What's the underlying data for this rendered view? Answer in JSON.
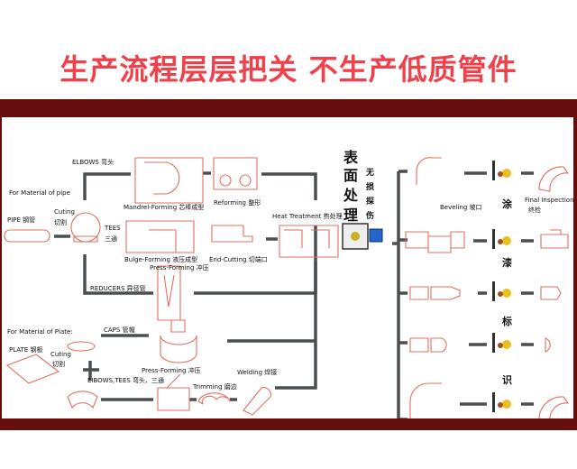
{
  "header": {
    "title": "生产流程层层把关 不生产低质管件"
  },
  "colors": {
    "title": "#f0404a",
    "frame": "#660d0d",
    "connector": "#4a4f52",
    "drawing": "#e07060"
  },
  "pipe_section": {
    "material_label": "For Material of pipe",
    "pipe_label": "PIPE 钢管",
    "cutting_label": "Cuting",
    "cutting_cn": "切割",
    "elbows_label": "ELBOWS 弯头",
    "mandrel_label": "Mandrel-Forming 芯棒成型",
    "reforming_label": "Reforming 整形",
    "tees_label": "TEES",
    "tees_cn": "三通",
    "bulge_label": "Bulge-Forming 液压成型",
    "press_label": "Press-Forming 冲压",
    "end_cutting_label": "End-Cutting 切端口",
    "heat_label": "Heat Treatment 热处理",
    "reducers_label": "REDUCERS 异径管"
  },
  "plate_section": {
    "material_label": "For Material of Plate:",
    "plate_label": "PLATE 钢板",
    "cutting_label": "Cuting",
    "cutting_cn": "切割",
    "caps_label": "CAPS 管帽",
    "elbows_tees_label": "EIBOWS,TEES 弯头、三通",
    "press_label": "Press-Forming 冲压",
    "trimming_label": "Trimming 磨边",
    "welding_label": "Welding 焊接"
  },
  "surface": {
    "chars": [
      "表",
      "面",
      "处",
      "理"
    ],
    "ndt_chars": [
      "无",
      "损",
      "探",
      "伤"
    ]
  },
  "finishing": {
    "beveling_label": "Beveling 坡口",
    "final_label": "Final Inspection",
    "final_cn": "终检",
    "coating_chars": [
      "涂",
      "漆",
      "标",
      "识"
    ]
  }
}
